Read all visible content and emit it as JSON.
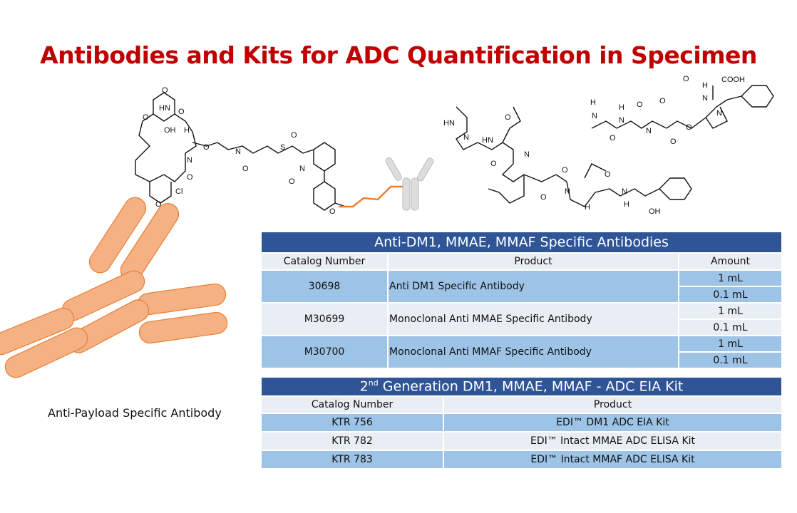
{
  "title": "Antibodies and Kits for ADC Quantification in Specimen",
  "antibody_label": "Anti-Payload Specific Antibody",
  "colors": {
    "title": "#C00000",
    "table_header": "#2F5597",
    "row_blue": "#9DC3E6",
    "row_light": "#E9EDF4",
    "antibody_fill": "#F4B183",
    "linker": "#ED7D31"
  },
  "dm1_atoms": [
    "O",
    "HN",
    "O",
    "O",
    "OH",
    "H",
    "N",
    "O",
    "O",
    "N",
    "O",
    "S",
    "O",
    "N",
    "O",
    "Cl",
    "O",
    "O"
  ],
  "mmae_atoms": [
    "N",
    "HN",
    "O",
    "HN",
    "O",
    "N",
    "O",
    "O",
    "N",
    "H",
    "O",
    "N",
    "H",
    "OH"
  ],
  "mmaf_atoms": [
    "N",
    "H",
    "O",
    "N",
    "H",
    "O",
    "N",
    "O",
    "O",
    "N",
    "O",
    "O",
    "N",
    "H",
    "COOH"
  ],
  "table1": {
    "caption": "Anti-DM1, MMAE, MMAF Specific Antibodies",
    "headers": [
      "Catalog Number",
      "Product",
      "Amount"
    ],
    "rows": [
      {
        "catalog": "30698",
        "product": "Anti DM1 Specific Antibody",
        "amounts": [
          "1 mL",
          "0.1 mL"
        ]
      },
      {
        "catalog": "M30699",
        "product": "Monoclonal Anti MMAE Specific Antibody",
        "amounts": [
          "1 mL",
          "0.1 mL"
        ]
      },
      {
        "catalog": "M30700",
        "product": "Monoclonal Anti MMAF Specific Antibody",
        "amounts": [
          "1 mL",
          "0.1 mL"
        ]
      }
    ]
  },
  "table2": {
    "caption_sup": "nd",
    "caption_pre": "2",
    "caption": " Generation DM1, MMAE, MMAF - ADC EIA Kit",
    "headers": [
      "Catalog Number",
      "Product"
    ],
    "rows": [
      {
        "catalog": "KTR 756",
        "product": "EDI™  DM1 ADC EIA Kit"
      },
      {
        "catalog": "KTR 782",
        "product": "EDI™  Intact MMAE ADC ELISA Kit"
      },
      {
        "catalog": "KTR 783",
        "product": "EDI™  Intact MMAF ADC ELISA Kit"
      }
    ]
  }
}
